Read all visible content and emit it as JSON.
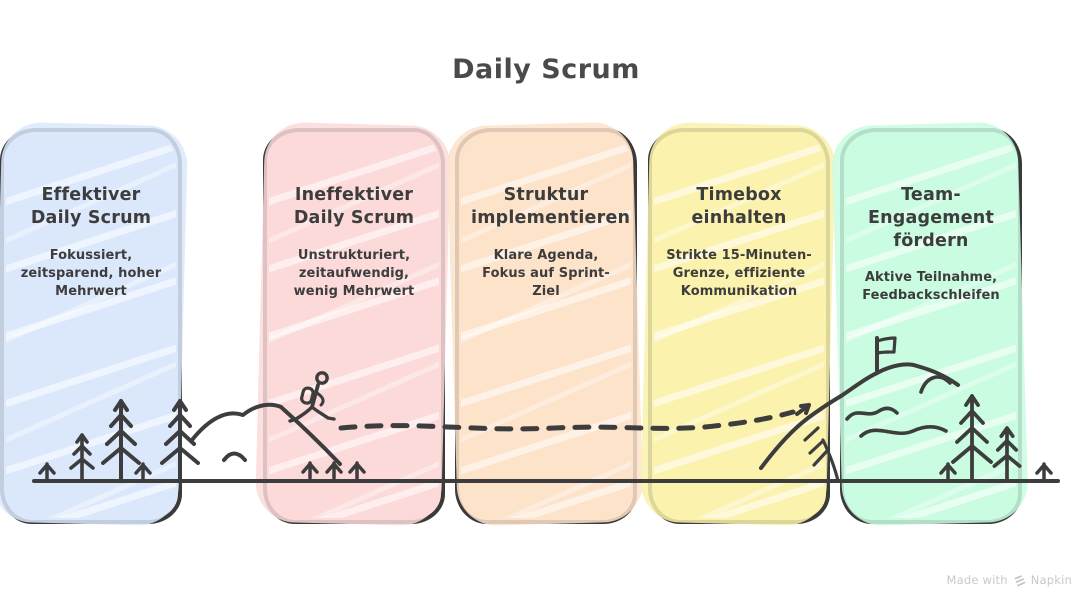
{
  "page_title": "Daily Scrum",
  "cards": [
    {
      "title": "Ineffektiver Daily Scrum",
      "subtitle": "Unstrukturiert, zeitaufwendig, wenig Mehrwert",
      "color": "#fcd9d9"
    },
    {
      "title": "Struktur implementieren",
      "subtitle": "Klare Agenda, Fokus auf Sprint-Ziel",
      "color": "#fde3ca"
    },
    {
      "title": "Timebox einhalten",
      "subtitle": "Strikte 15-Minuten-Grenze, effiziente Kommunikation",
      "color": "#faf2ad"
    },
    {
      "title": "Team-Engagement fördern",
      "subtitle": "Aktive Teilnahme, Feedbackschleifen",
      "color": "#c9fbe1"
    },
    {
      "title": "Effektiver Daily Scrum",
      "subtitle": "Fokussiert, zeitsparend, hoher Mehrwert",
      "color": "#dbe7fb"
    }
  ],
  "illustration": {
    "ink": "#3d3d3d",
    "elements": [
      "ground-line",
      "pine-trees",
      "sprouts",
      "hill",
      "hiker-with-backpack",
      "dashed-trail",
      "mountain-with-flag"
    ]
  },
  "footer": {
    "made_with": "Made with",
    "brand": "Napkin"
  }
}
